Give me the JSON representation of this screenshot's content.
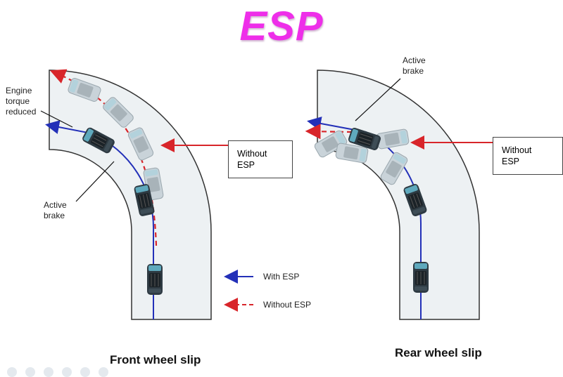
{
  "title": "ESP",
  "labels": {
    "engine_torque": "Engine\ntorque\nreduced",
    "active_brake_left": "Active\nbrake",
    "active_brake_right": "Active\nbrake"
  },
  "boxes": {
    "without_esp_left": "Without\nESP",
    "without_esp_right": "Without\nESP"
  },
  "legend": {
    "with_esp": "With ESP",
    "without_esp": "Without ESP"
  },
  "captions": {
    "front": "Front wheel slip",
    "rear": "Rear wheel slip"
  },
  "colors": {
    "title": "#ee2ee9",
    "with_esp": "#2330b8",
    "without_esp": "#d8252a",
    "road": "#edf1f3",
    "car_body": "#2e3a42",
    "car_window": "#5fa9bd"
  }
}
